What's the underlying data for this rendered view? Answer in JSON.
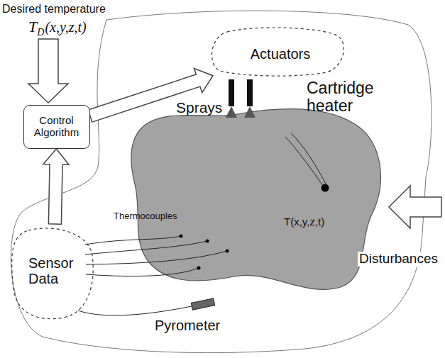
{
  "diagram": {
    "nodes": [
      {
        "text": [
          "Control Algorithm"
        ]
      },
      {
        "text": [
          "Actuators"
        ]
      },
      {
        "text": [
          "T(x,y,z,t)"
        ]
      },
      {
        "text": [
          "Sensor Data"
        ]
      }
    ],
    "edges": [
      {
        "from": 0,
        "to": 1,
        "arrow": "to"
      },
      {
        "from": 3,
        "to": 0,
        "arrow": "to"
      }
    ],
    "labels": [
      "Desired temperature",
      "T",
      "D",
      "(x,y,z,t)",
      "Sprays",
      "Cartridge heater",
      "Thermocouples",
      "Disturbances",
      "Pyrometer"
    ]
  }
}
